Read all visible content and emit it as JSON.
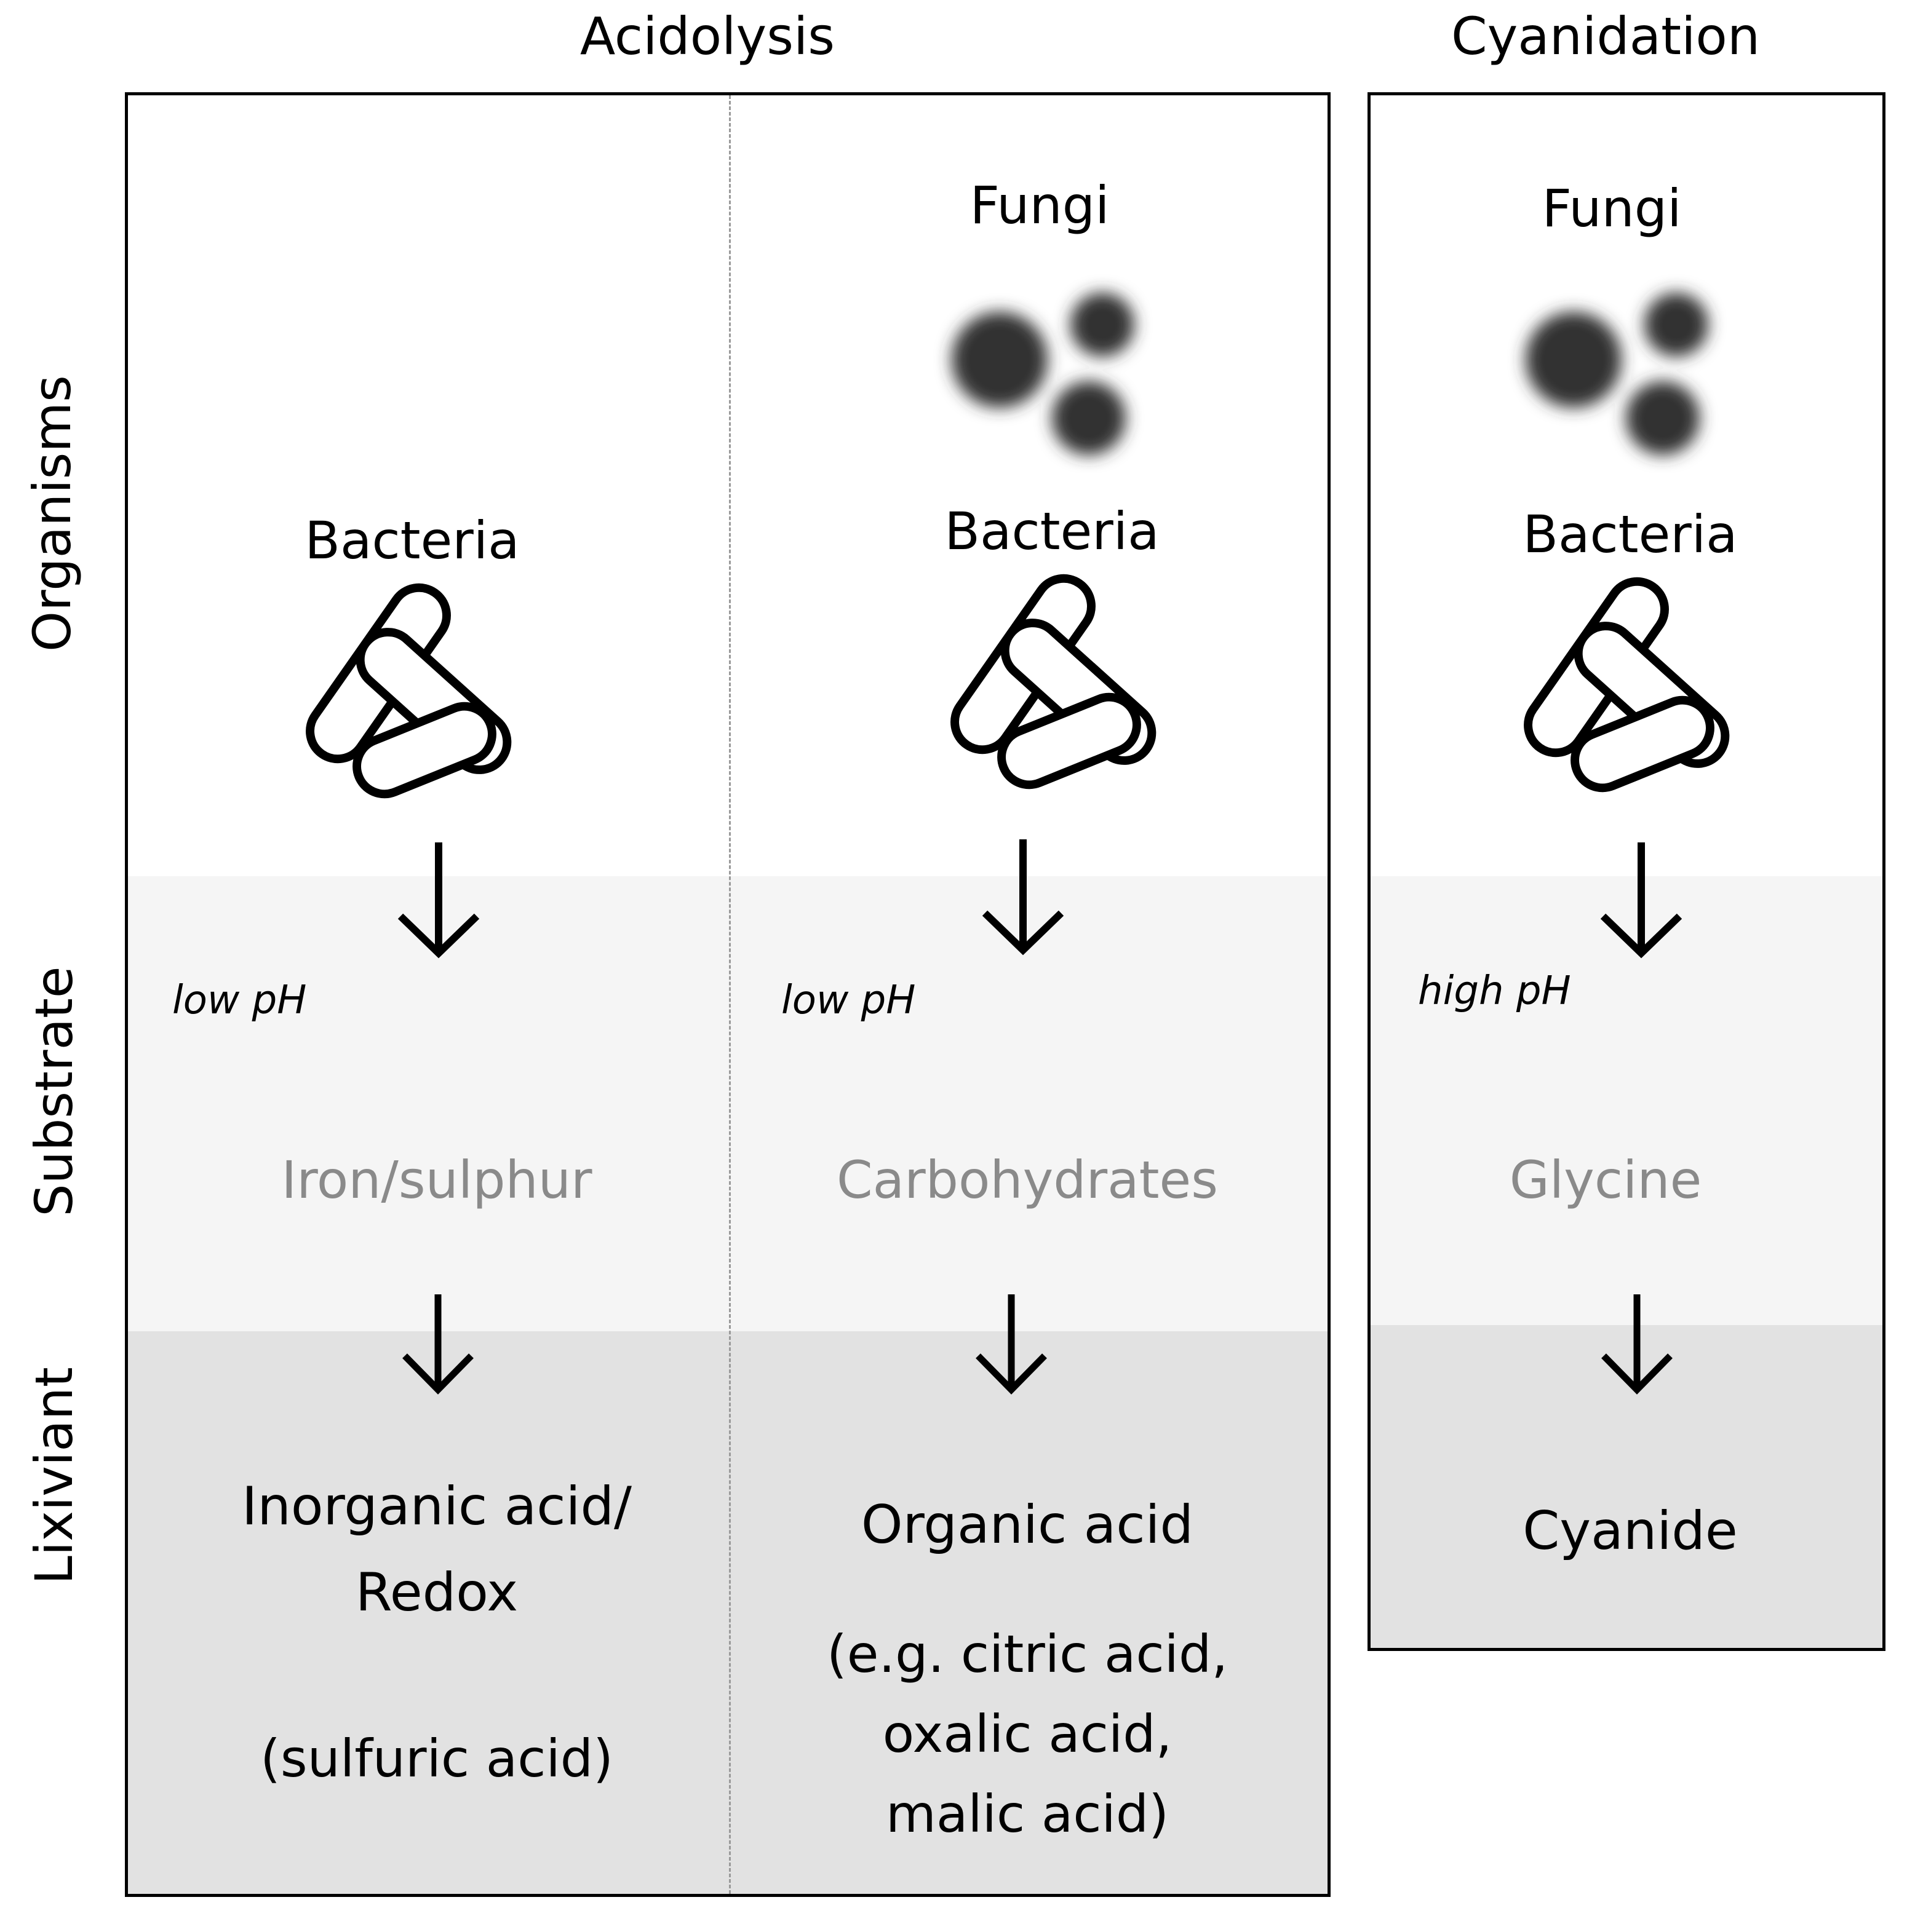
{
  "headers": {
    "acidolysis": "Acidolysis",
    "cyanidation": "Cyanidation"
  },
  "row_labels": {
    "organisms": "Organisms",
    "substrate": "Substrate",
    "lixiviant": "Lixiviant"
  },
  "columns": [
    {
      "organisms": {
        "fungi": "",
        "bacteria": "Bacteria"
      },
      "ph": "low pH",
      "substrate": "Iron/sulphur",
      "lixiviant": [
        "Inorganic acid/",
        "Redox"
      ],
      "examples": [
        "(sulfuric acid)"
      ]
    },
    {
      "organisms": {
        "fungi": "Fungi",
        "bacteria": "Bacteria"
      },
      "ph": "low pH",
      "substrate": "Carbohydrates",
      "lixiviant": [
        "Organic acid"
      ],
      "examples": [
        "(e.g. citric acid,",
        "oxalic acid,",
        "malic acid)"
      ]
    },
    {
      "organisms": {
        "fungi": "Fungi",
        "bacteria": "Bacteria"
      },
      "ph": "high pH",
      "substrate": "Glycine",
      "lixiviant": [
        "Cyanide"
      ],
      "examples": []
    }
  ],
  "icons": {
    "bacteria": "bacteria-rods-icon",
    "fungi": "fungal-spores-icon",
    "arrow": "arrow-down-icon"
  },
  "colors": {
    "substrate_band": "#f5f5f5",
    "lixiviant_band": "#e2e2e2",
    "substrate_text": "#8a8a8a"
  }
}
